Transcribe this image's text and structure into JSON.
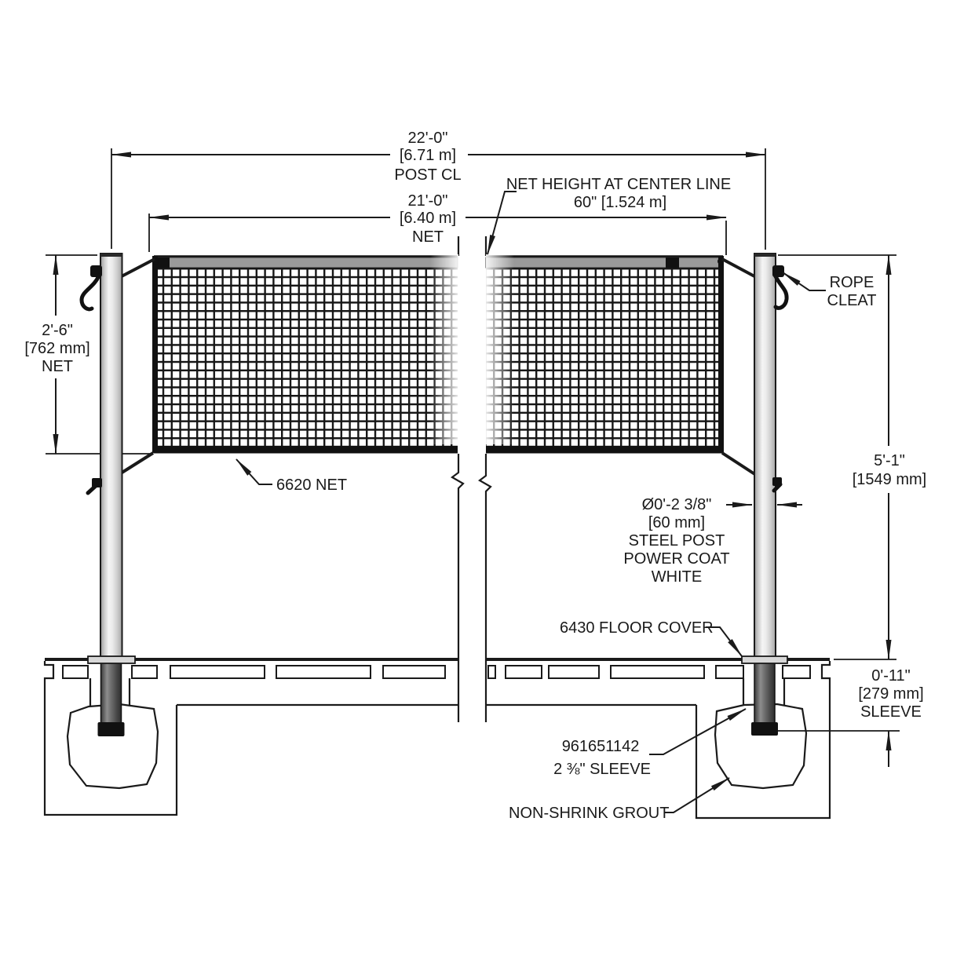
{
  "drawing": {
    "dim_post_spacing": {
      "feet": "22'-0\"",
      "metric": "[6.71 m]",
      "suffix": "POST CL"
    },
    "dim_net_length": {
      "feet": "21'-0\"",
      "metric": "[6.40 m]",
      "suffix": "NET"
    },
    "callout_net_height": {
      "title": "NET HEIGHT AT CENTER LINE",
      "value": "60\" [1.524 m]"
    },
    "dim_net_depth": {
      "feet": "2'-6\"",
      "metric": "[762 mm]",
      "suffix": "NET"
    },
    "dim_post_height": {
      "feet": "5'-1\"",
      "metric": "[1549 mm]"
    },
    "callout_rope_cleat": {
      "line1": "ROPE",
      "line2": "CLEAT"
    },
    "callout_net": "6620 NET",
    "callout_post": {
      "diameter": "Ø0'-2 3/8\"",
      "metric": "[60 mm]",
      "material": "STEEL POST",
      "finish": "POWER COAT",
      "color": "WHITE"
    },
    "callout_floor_cover": "6430 FLOOR COVER",
    "dim_sleeve_depth": {
      "feet": "0'-11\"",
      "metric": "[279 mm]",
      "suffix": "SLEEVE"
    },
    "callout_sleeve": {
      "part": "961651142",
      "desc": "2 ⅜\" SLEEVE"
    },
    "callout_grout": "NON-SHRINK GROUT"
  },
  "colors": {
    "line": "#1a1a1a",
    "net_tape": "#9a9a9a",
    "post_light": "#f4f4f4",
    "post_dark": "#a0a0a0",
    "sleeve_light": "#8a8a8a",
    "sleeve_dark": "#353535",
    "cap": "#111111",
    "flange": "#d8d8d8",
    "background": "#ffffff"
  }
}
